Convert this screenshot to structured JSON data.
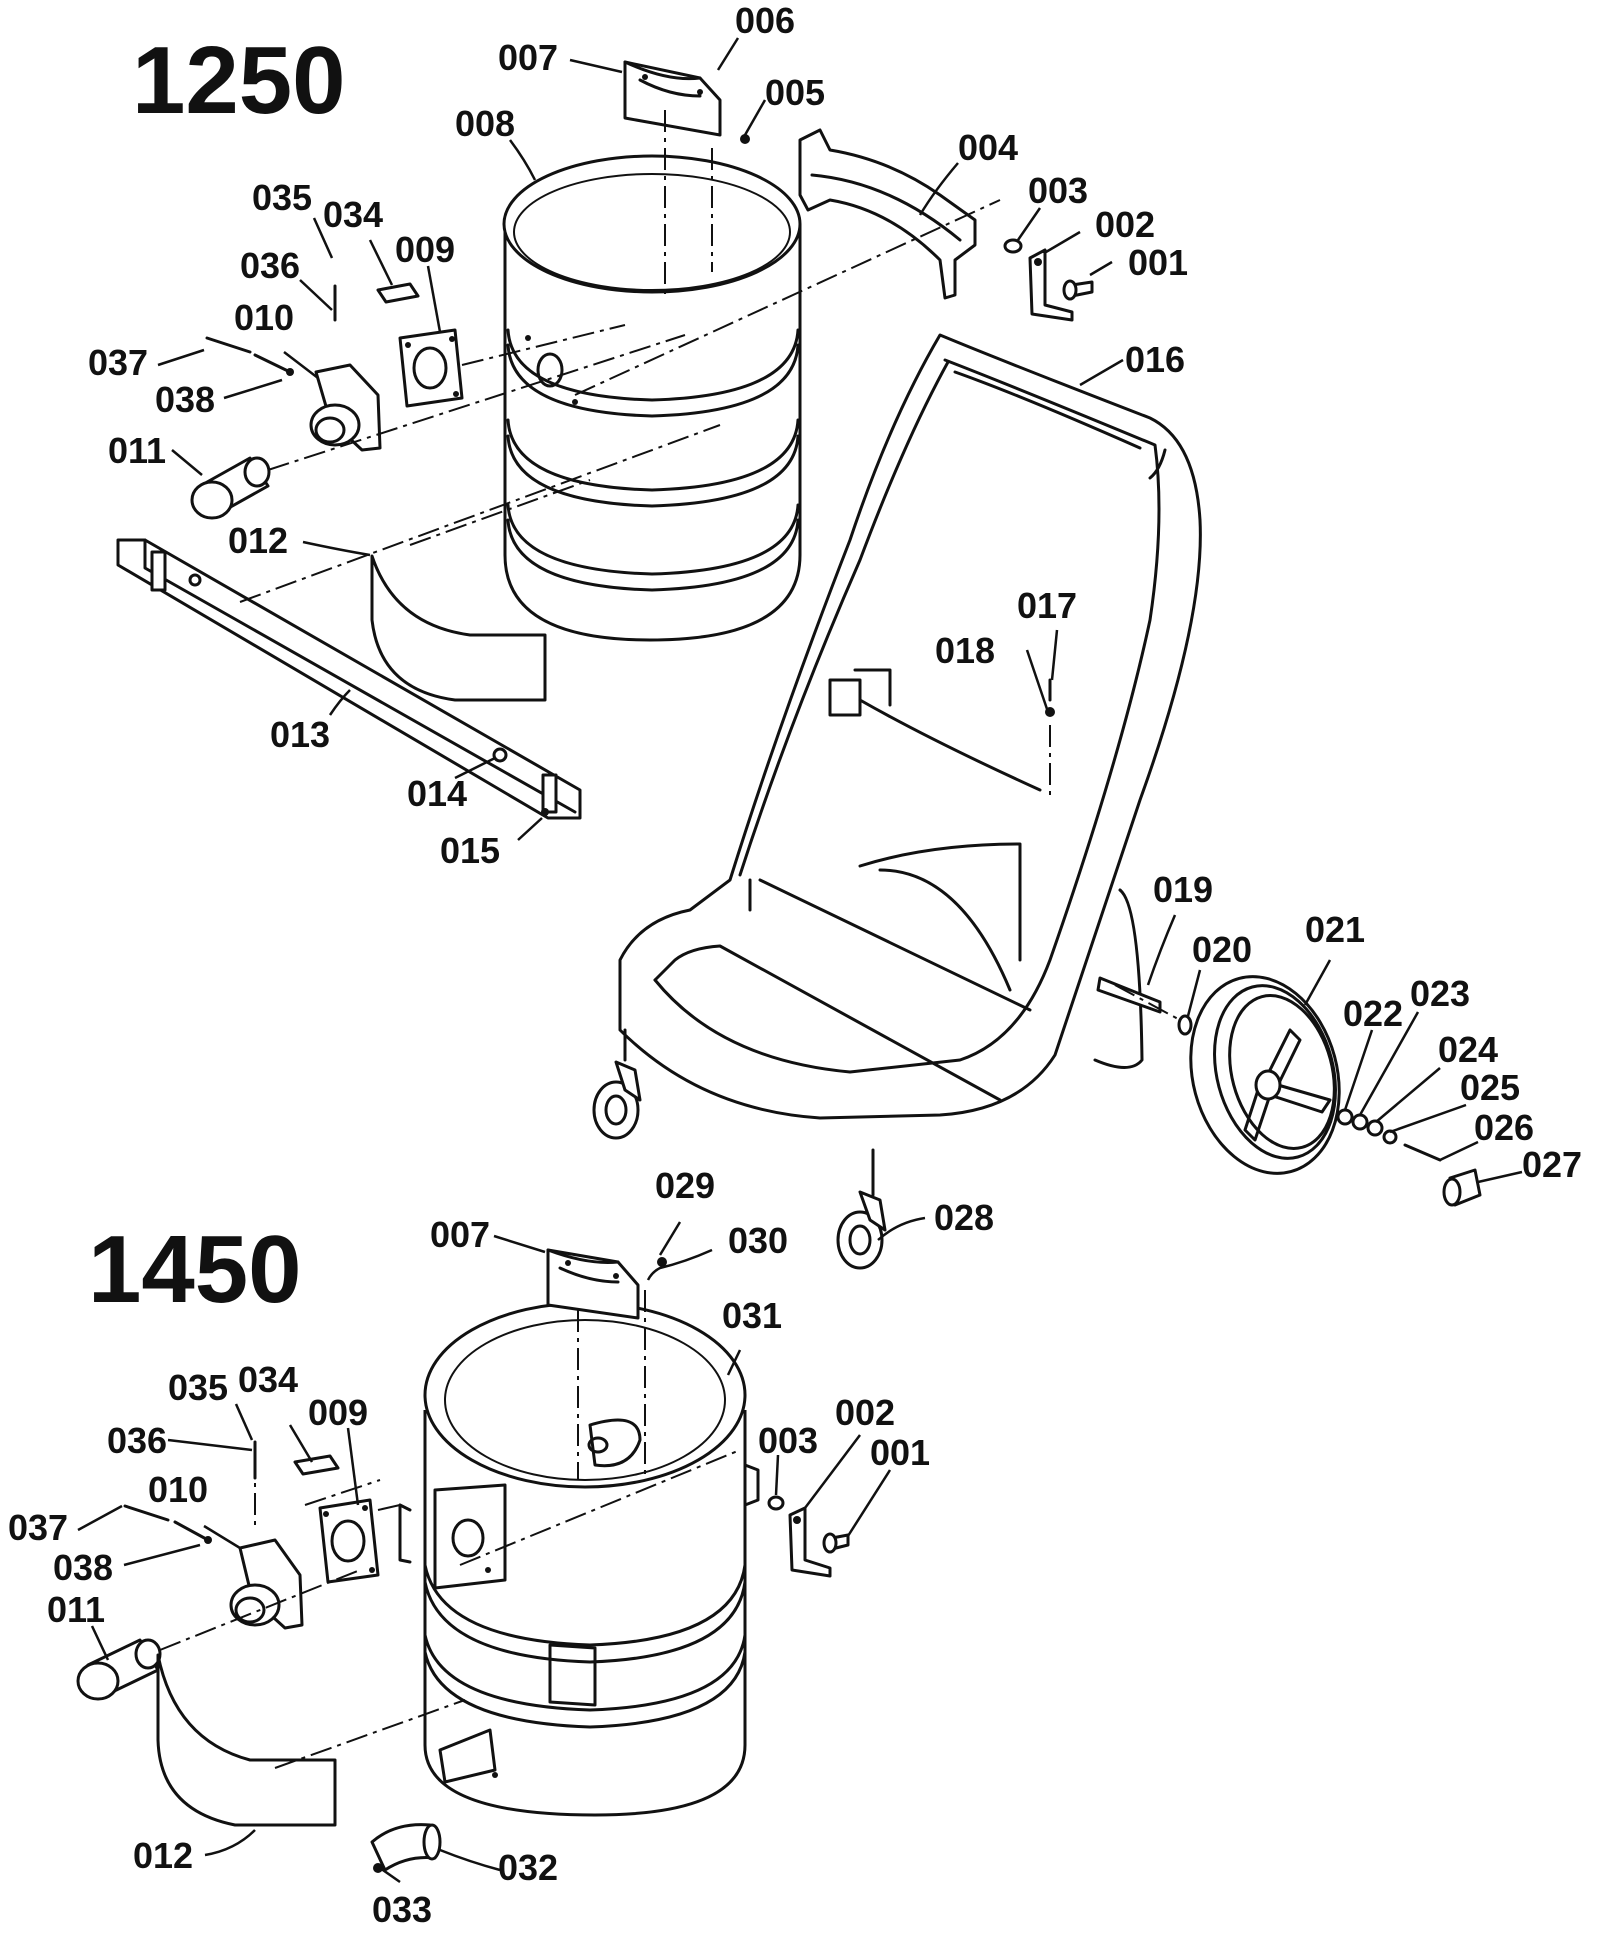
{
  "models": [
    {
      "id": "model-1250",
      "text": "1250"
    },
    {
      "id": "model-1450",
      "text": "1450"
    }
  ],
  "labels": [
    {
      "id": "l-007a",
      "text": "007"
    },
    {
      "id": "l-006",
      "text": "006"
    },
    {
      "id": "l-005",
      "text": "005"
    },
    {
      "id": "l-008",
      "text": "008"
    },
    {
      "id": "l-004",
      "text": "004"
    },
    {
      "id": "l-003a",
      "text": "003"
    },
    {
      "id": "l-002a",
      "text": "002"
    },
    {
      "id": "l-001a",
      "text": "001"
    },
    {
      "id": "l-035a",
      "text": "035"
    },
    {
      "id": "l-034a",
      "text": "034"
    },
    {
      "id": "l-036a",
      "text": "036"
    },
    {
      "id": "l-009a",
      "text": "009"
    },
    {
      "id": "l-010a",
      "text": "010"
    },
    {
      "id": "l-037a",
      "text": "037"
    },
    {
      "id": "l-038a",
      "text": "038"
    },
    {
      "id": "l-011a",
      "text": "011"
    },
    {
      "id": "l-016",
      "text": "016"
    },
    {
      "id": "l-012a",
      "text": "012"
    },
    {
      "id": "l-013",
      "text": "013"
    },
    {
      "id": "l-014",
      "text": "014"
    },
    {
      "id": "l-015",
      "text": "015"
    },
    {
      "id": "l-017",
      "text": "017"
    },
    {
      "id": "l-018",
      "text": "018"
    },
    {
      "id": "l-019",
      "text": "019"
    },
    {
      "id": "l-020",
      "text": "020"
    },
    {
      "id": "l-021",
      "text": "021"
    },
    {
      "id": "l-022",
      "text": "022"
    },
    {
      "id": "l-023",
      "text": "023"
    },
    {
      "id": "l-024",
      "text": "024"
    },
    {
      "id": "l-025",
      "text": "025"
    },
    {
      "id": "l-026",
      "text": "026"
    },
    {
      "id": "l-027",
      "text": "027"
    },
    {
      "id": "l-028",
      "text": "028"
    },
    {
      "id": "l-029",
      "text": "029"
    },
    {
      "id": "l-007b",
      "text": "007"
    },
    {
      "id": "l-030",
      "text": "030"
    },
    {
      "id": "l-031",
      "text": "031"
    },
    {
      "id": "l-035b",
      "text": "035"
    },
    {
      "id": "l-034b",
      "text": "034"
    },
    {
      "id": "l-009b",
      "text": "009"
    },
    {
      "id": "l-003b",
      "text": "003"
    },
    {
      "id": "l-002b",
      "text": "002"
    },
    {
      "id": "l-001b",
      "text": "001"
    },
    {
      "id": "l-036b",
      "text": "036"
    },
    {
      "id": "l-010b",
      "text": "010"
    },
    {
      "id": "l-037b",
      "text": "037"
    },
    {
      "id": "l-038b",
      "text": "038"
    },
    {
      "id": "l-011b",
      "text": "011"
    },
    {
      "id": "l-012b",
      "text": "012"
    },
    {
      "id": "l-032",
      "text": "032"
    },
    {
      "id": "l-033",
      "text": "033"
    }
  ]
}
